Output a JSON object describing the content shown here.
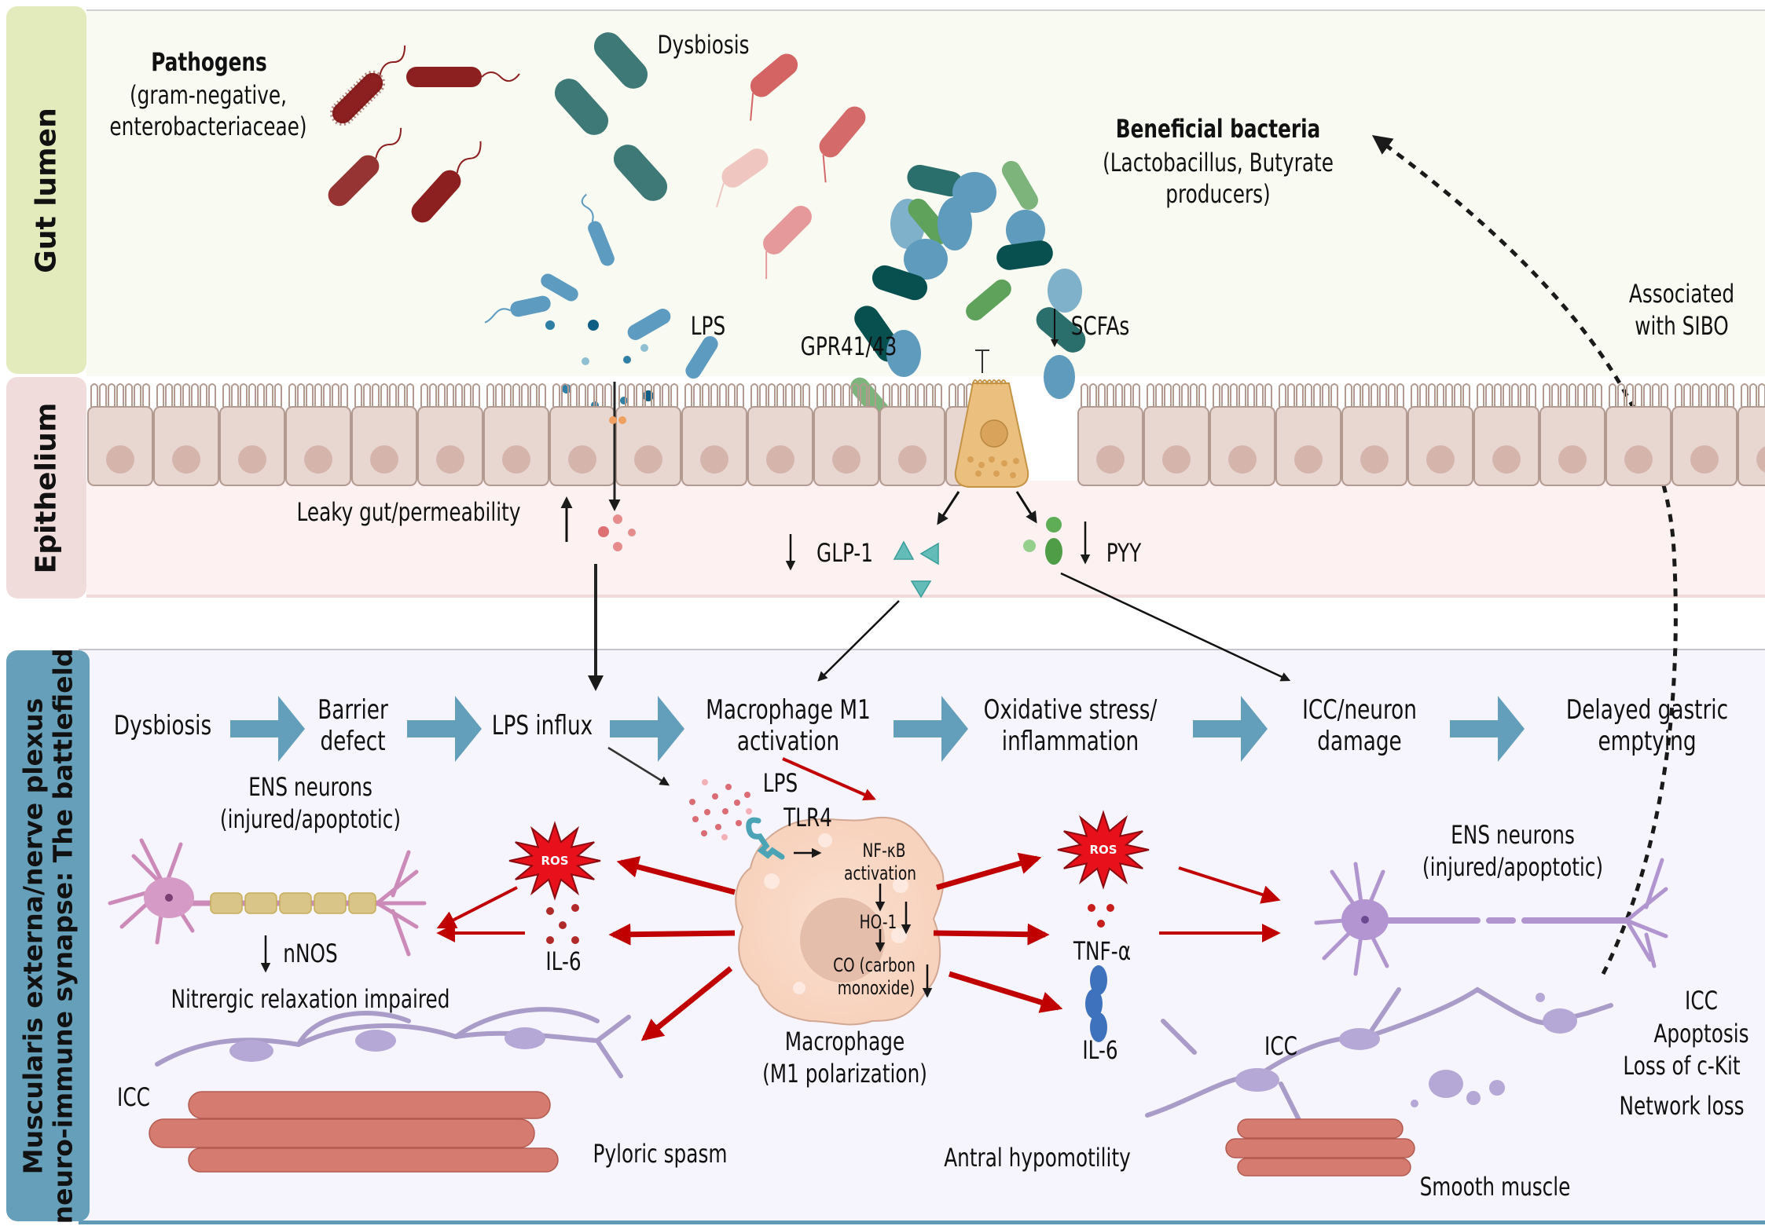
{
  "sections": {
    "gut_lumen": {
      "label": "Gut lumen",
      "color": "#e3ebbd",
      "bg": "#f9fbf2"
    },
    "epithelium": {
      "label": "Epithelium",
      "color": "#f1dcdc",
      "bg": "#fdf1f1"
    },
    "muscularis": {
      "label": "Muscularis externa/nerve plexus neuro-immune synapse: The battlefield",
      "label_line1": "Muscularis externa/nerve plexus",
      "label_line2": "neuro-immune synapse: The battlefield",
      "color": "#659fba",
      "bg": "#f6f4fd"
    }
  },
  "lumen": {
    "pathogens_title": "Pathogens",
    "pathogens_subtitle_1": "(gram-negative,",
    "pathogens_subtitle_2": "enterobacteriaceae)",
    "dysbiosis": "Dysbiosis",
    "lps": "LPS",
    "gpr": "GPR41/43",
    "scfas": "SCFAs",
    "beneficial_title": "Beneficial bacteria",
    "beneficial_subtitle_1": "(Lactobacillus, Butyrate",
    "beneficial_subtitle_2": "producers)",
    "sibo_1": "Associated",
    "sibo_2": "with SIBO"
  },
  "epithelium": {
    "leaky_gut": "Leaky gut/permeability",
    "glp1": "GLP-1",
    "pyy": "PYY"
  },
  "flow": {
    "steps": [
      {
        "line1": "Dysbiosis",
        "line2": ""
      },
      {
        "line1": "Barrier",
        "line2": "defect"
      },
      {
        "line1": "LPS influx",
        "line2": ""
      },
      {
        "line1": "Macrophage M1",
        "line2": "activation"
      },
      {
        "line1": "Oxidative stress/",
        "line2": "inflammation"
      },
      {
        "line1": "ICC/neuron",
        "line2": "damage"
      },
      {
        "line1": "Delayed gastric",
        "line2": "emptying"
      }
    ],
    "arrow_color": "#639fbb"
  },
  "battlefield": {
    "ens_left_1": "ENS neurons",
    "ens_left_2": "(injured/apoptotic)",
    "nnos": "nNOS",
    "nitrergic": "Nitrergic relaxation impaired",
    "ros": "ROS",
    "il6_left": "IL-6",
    "icc_left": "ICC",
    "pyloric": "Pyloric spasm",
    "lps": "LPS",
    "tlr4": "TLR4",
    "nfkb_1": "NF-κB",
    "nfkb_2": "activation",
    "ho1": "HO-1",
    "co_1": "CO (carbon",
    "co_2": "monoxide)",
    "macrophage_1": "Macrophage",
    "macrophage_2": "(M1 polarization)",
    "ros_right": "ROS",
    "tnf": "TNF-α",
    "il6_right": "IL-6",
    "antral": "Antral hypomotility",
    "ens_right_1": "ENS neurons",
    "ens_right_2": "(injured/apoptotic)",
    "icc_right": "ICC",
    "icc_apoptosis_1": "ICC",
    "icc_apoptosis_2": "Apoptosis",
    "ckit": "Loss of c-Kit",
    "network": "Network loss",
    "smooth_muscle": "Smooth muscle"
  },
  "colors": {
    "red_arrow": "#c00000",
    "ros_fill": "#e8111b",
    "black_arrow": "#1a1a1a"
  }
}
